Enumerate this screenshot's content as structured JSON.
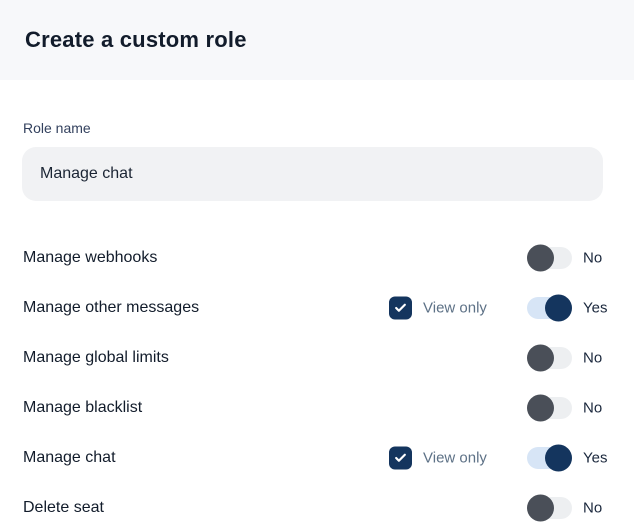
{
  "header": {
    "title": "Create a custom role"
  },
  "form": {
    "role_name_label": "Role name",
    "role_name_value": "Manage chat"
  },
  "permissions": [
    {
      "label": "Manage webhooks",
      "view_only": false,
      "view_only_label": "",
      "view_only_checked": false,
      "enabled": false,
      "toggle_label": "No"
    },
    {
      "label": "Manage other messages",
      "view_only": true,
      "view_only_label": "View only",
      "view_only_checked": true,
      "enabled": true,
      "toggle_label": "Yes"
    },
    {
      "label": "Manage global limits",
      "view_only": false,
      "view_only_label": "",
      "view_only_checked": false,
      "enabled": false,
      "toggle_label": "No"
    },
    {
      "label": "Manage blacklist",
      "view_only": false,
      "view_only_label": "",
      "view_only_checked": false,
      "enabled": false,
      "toggle_label": "No"
    },
    {
      "label": "Manage chat",
      "view_only": true,
      "view_only_label": "View only",
      "view_only_checked": true,
      "enabled": true,
      "toggle_label": "Yes"
    },
    {
      "label": "Delete seat",
      "view_only": false,
      "view_only_label": "",
      "view_only_checked": false,
      "enabled": false,
      "toggle_label": "No"
    }
  ],
  "colors": {
    "header_bg": "#f7f8fa",
    "title_text": "#121c2b",
    "input_bg": "#f1f2f4",
    "accent_navy": "#14355e",
    "toggle_off_knob": "#4a4f58",
    "toggle_off_track": "#edeff1",
    "toggle_on_knob": "#14355e",
    "toggle_on_track": "#d7e5f6",
    "view_only_text": "#5d7186"
  }
}
